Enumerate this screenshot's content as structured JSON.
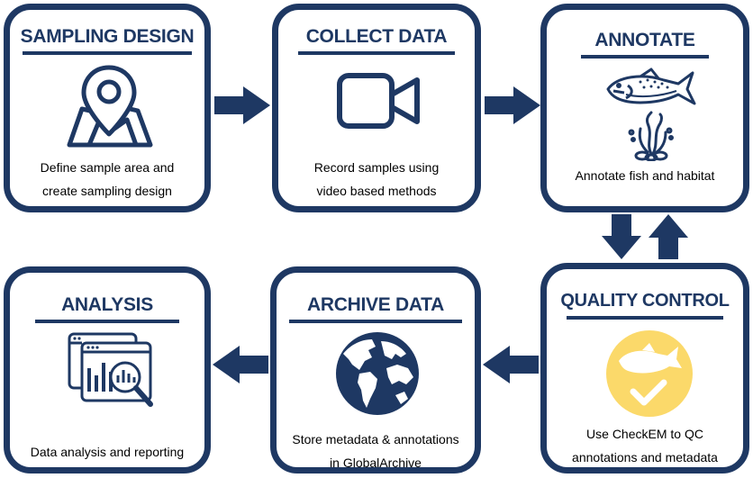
{
  "steps": {
    "sampling_design": {
      "title": "SAMPLING DESIGN",
      "desc_line1": "Define sample area and",
      "desc_line2": "create sampling design"
    },
    "collect_data": {
      "title": "COLLECT DATA",
      "desc_line1": "Record samples using",
      "desc_line2": "video based methods"
    },
    "annotate": {
      "title": "ANNOTATE",
      "desc_line1": "Annotate fish and habitat"
    },
    "quality_control": {
      "title": "QUALITY CONTROL",
      "desc_line1": "Use CheckEM to QC",
      "desc_line2": "annotations and metadata"
    },
    "archive_data": {
      "title": "ARCHIVE DATA",
      "desc_line1": "Store metadata & annotations",
      "desc_line2": "in GlobalArchive"
    },
    "analysis": {
      "title": "ANALYSIS",
      "desc_line1": "Data analysis and reporting"
    }
  },
  "icons": {
    "sampling_design": "map-pin-icon",
    "collect_data": "video-camera-icon",
    "annotate_fish": "fish-icon",
    "annotate_habitat": "seaweed-icon",
    "quality_control": "fish-check-icon",
    "archive_data": "globe-icon",
    "analysis": "data-magnifier-icon"
  },
  "colors": {
    "primary": "#1e3863",
    "accent": "#fbd96a",
    "background": "#ffffff"
  }
}
